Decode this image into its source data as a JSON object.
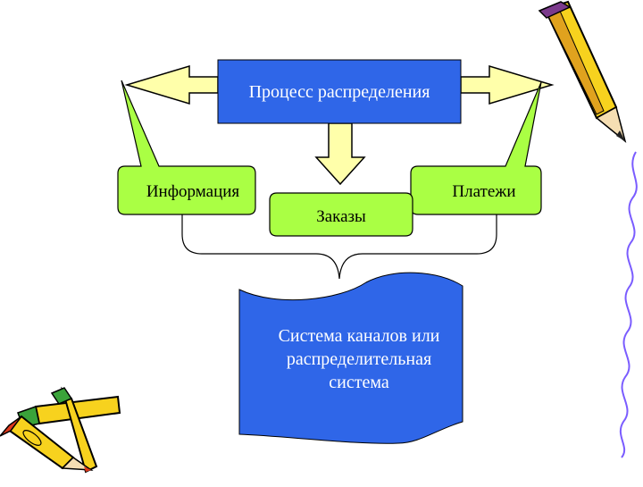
{
  "diagram": {
    "top_box": "Процесс распределения",
    "left_callout": "Информация",
    "center_callout": "Заказы",
    "right_callout": "Платежи",
    "document_lines": [
      "Система каналов или",
      "распределительная",
      "система"
    ]
  },
  "colors": {
    "blue_fill": "#2f66e8",
    "green_fill": "#aaff44",
    "arrow_fill": "#ffffaa",
    "outline": "#000000",
    "pencil_yellow": "#f7d21e",
    "pencil_red": "#e03a1e",
    "pencil_green": "#3aa33a",
    "notebook_edge": "#7a5cff"
  },
  "decorations": [
    "pencil-icon",
    "pencil-icon",
    "crossed-pencils-icon",
    "notebook-edge"
  ]
}
